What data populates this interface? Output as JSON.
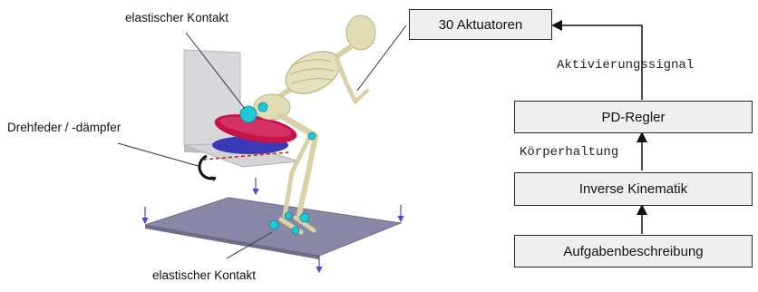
{
  "labels": {
    "contact_top": "elastischer Kontakt",
    "spring": "Drehfeder / -dämpfer",
    "contact_bottom": "elastischer Kontakt"
  },
  "flow": {
    "actuators": "30 Aktuatoren",
    "signal": "Aktivierungssignal",
    "pd": "PD-Regler",
    "posture": "Körperhaltung",
    "ik": "Inverse Kinematik",
    "task": "Aufgabenbeschreibung"
  },
  "colors": {
    "bone": "#d8d2a6",
    "seat_red": "#c4144a",
    "seat_blue": "#3a3ab8",
    "joint_cyan": "#1ec8d6",
    "floor": "#8c8aa8",
    "box_fill": "#efefef"
  }
}
